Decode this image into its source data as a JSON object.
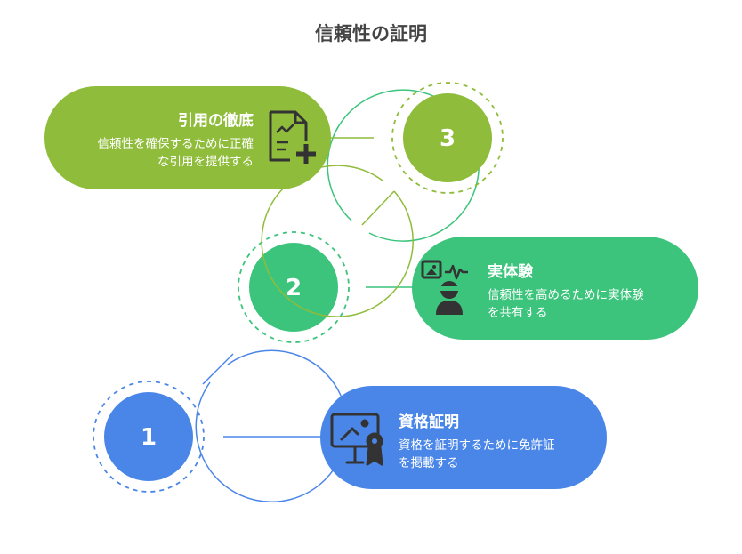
{
  "title": "信頼性の証明",
  "colors": {
    "step1": "#4a86e8",
    "step2": "#3cc47c",
    "step3": "#8fbc3a",
    "icon": "#333333",
    "title": "#444444"
  },
  "steps": [
    {
      "number": "1",
      "title": "資格証明",
      "desc_line1": "資格を証明するために免許証",
      "desc_line2": "を掲載する",
      "icon": "certificate-monitor-icon"
    },
    {
      "number": "2",
      "title": "実体験",
      "desc_line1": "信頼性を高めるために実体験",
      "desc_line2": "を共有する",
      "icon": "person-image-pulse-icon"
    },
    {
      "number": "3",
      "title": "引用の徹底",
      "desc_line1": "信頼性を確保するために正確",
      "desc_line2": "な引用を提供する",
      "icon": "document-add-icon"
    }
  ]
}
